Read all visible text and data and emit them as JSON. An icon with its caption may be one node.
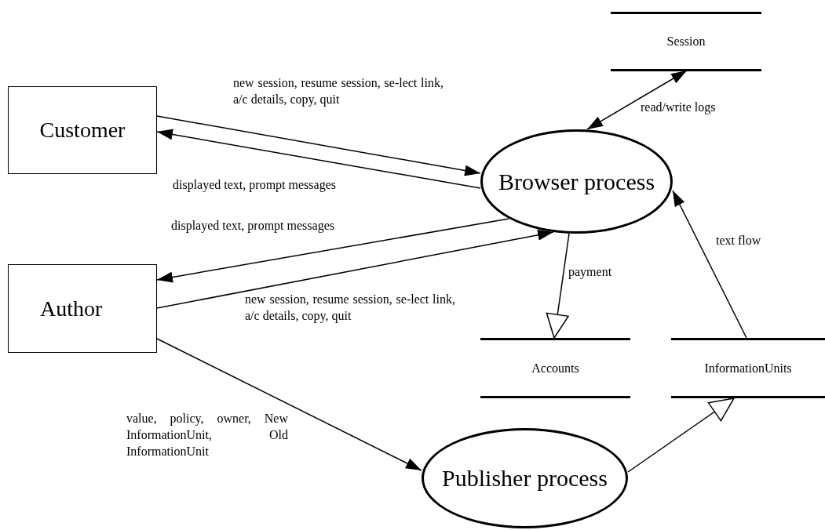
{
  "diagram": {
    "nodes": [
      {
        "text": [
          "Customer"
        ]
      },
      {
        "text": [
          "Session"
        ]
      },
      {
        "text": [
          "Browser process"
        ]
      },
      {
        "text": [
          "Author"
        ]
      },
      {
        "text": [
          "Accounts"
        ]
      },
      {
        "text": [
          "InformationUnits"
        ]
      },
      {
        "text": [
          "Publisher process"
        ]
      }
    ],
    "edges": [
      {
        "from": 0,
        "to": 2,
        "arrow": "to",
        "label": "new session, resume session, se-lect link, a/c details, copy, quit"
      },
      {
        "from": 2,
        "to": 0,
        "arrow": "to",
        "label": "displayed text, prompt messages"
      },
      {
        "from": 1,
        "to": 2,
        "arrow": "both",
        "label": "read/write logs"
      },
      {
        "from": 2,
        "to": 3,
        "arrow": "to",
        "label": "displayed text, prompt messages"
      },
      {
        "from": 3,
        "to": 2,
        "arrow": "to",
        "label": "new session, resume session, se-lect link, a/c details, copy, quit"
      },
      {
        "from": 2,
        "to": 4,
        "arrow": "to",
        "label": "payment"
      },
      {
        "from": 5,
        "to": 2,
        "arrow": "to",
        "label": "text flow"
      },
      {
        "from": 3,
        "to": 6,
        "arrow": "to",
        "label": "value, policy, owner, New InformationUnit, Old InformationUnit"
      },
      {
        "from": 6,
        "to": 5,
        "arrow": "to"
      }
    ]
  }
}
